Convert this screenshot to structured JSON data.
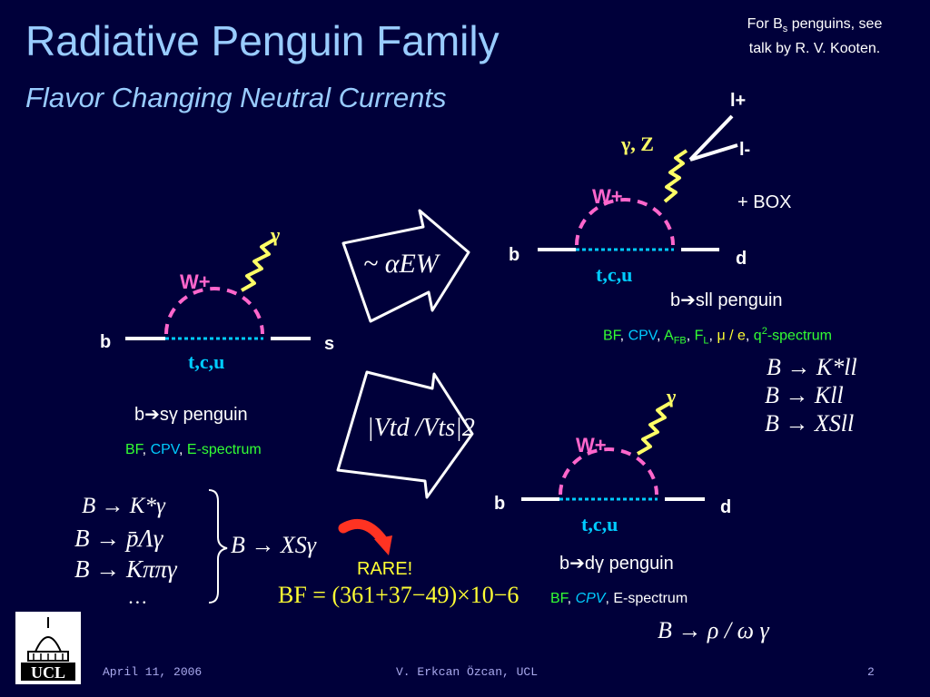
{
  "title": "Radiative Penguin Family",
  "subtitle": "Flavor Changing Neutral Currents",
  "note": {
    "line1_a": "For B",
    "line1_sub": "s",
    "line1_b": " penguins, see",
    "line2": "talk by R. V. Kooten."
  },
  "bsg": {
    "b": "b",
    "s": "s",
    "w": "W+",
    "gamma": "γ",
    "quarks": "t,c,u",
    "label_a": "b",
    "label_b": "sγ penguin",
    "props": {
      "bf": "BF",
      "sep1": ", ",
      "cpv": "CPV",
      "sep2": ", ",
      "spec": "E-spectrum"
    },
    "decays": [
      "B → K*γ",
      "B → p̄Λγ",
      "B → Kππγ",
      "…"
    ],
    "inclusive": "B → XSγ"
  },
  "bsll": {
    "b": "b",
    "d": "d",
    "w": "W+",
    "gz": "γ, Z",
    "lp": "l+",
    "lm": "l-",
    "box": "+ BOX",
    "quarks": "t,c,u",
    "label_a": "b",
    "label_b": "sll penguin",
    "props": {
      "bf": "BF",
      "cpv": "CPV",
      "afb": "A",
      "afb_sub": "FB",
      "fl": "F",
      "fl_sub": "L",
      "mue": "μ / e",
      "q": "q",
      "q_sup": "2",
      "spec": "-spectrum"
    },
    "decays": [
      "B → K*ll",
      "B → Kll",
      "B → XSll"
    ]
  },
  "bdg": {
    "b": "b",
    "d": "d",
    "w": "W+",
    "gamma": "γ",
    "quarks": "t,c,u",
    "label_a": "b",
    "label_b": "dγ penguin",
    "props": {
      "bf": "BF",
      "cpv": "CPV",
      "spec": "E-spectrum"
    },
    "decay": "B → ρ / ω γ"
  },
  "arrows": {
    "alpha": "~ αEW",
    "ckm": "|Vtd /Vts|2"
  },
  "rare": "RARE!",
  "bf_value": "BF = (361+37−49)×10−6",
  "logo_text": "UCL",
  "footer": {
    "date": "April 11, 2006",
    "author": "V. Erkcan Özcan, UCL",
    "page": "2"
  },
  "colors": {
    "background": "#00003a",
    "title": "#99ccff",
    "w_boson": "#ff66cc",
    "photon": "#ffff66",
    "loop": "#00ccff",
    "green": "#33ff33",
    "rare_arrow": "#ff3322"
  }
}
